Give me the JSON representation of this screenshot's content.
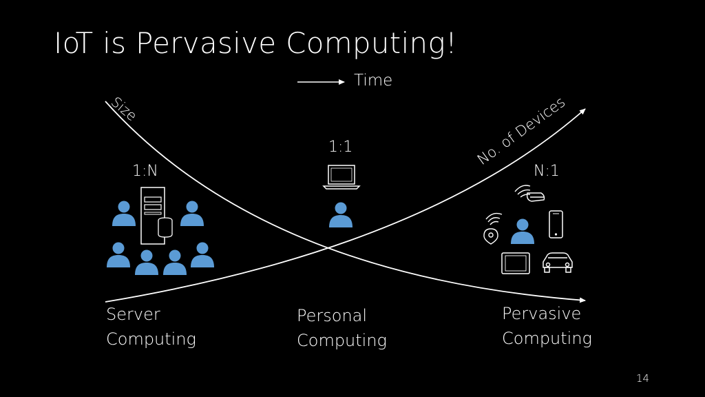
{
  "slide": {
    "title": "IoT is Pervasive Computing!",
    "time_label": "Time",
    "size_label": "Size",
    "devices_label": "No. of Devices",
    "ratios": {
      "server": "1:N",
      "personal": "1:1",
      "pervasive": "N:1"
    },
    "eras": {
      "server": [
        "Server",
        "Computing"
      ],
      "personal": [
        "Personal",
        "Computing"
      ],
      "pervasive": [
        "Pervasive",
        "Computing"
      ]
    },
    "page_number": "14",
    "colors": {
      "background": "#000000",
      "foreground": "#ffffff",
      "person": "#5b9bd5"
    },
    "icons": [
      "person-icon",
      "server-tower-icon",
      "laptop-icon",
      "wifi-hand-icon",
      "location-pin-icon",
      "smartphone-icon",
      "tablet-icon",
      "car-icon"
    ]
  }
}
